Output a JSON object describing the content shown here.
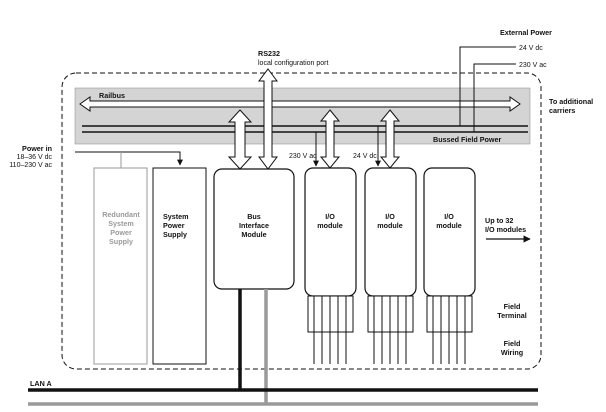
{
  "labels": {
    "external_power": "External Power",
    "v24dc": "24 V dc",
    "v230ac": "230 V ac",
    "rs232_line1": "RS232",
    "rs232_line2": "local configuration port",
    "railbus": "Railbus",
    "to_additional_1": "To additional",
    "to_additional_2": "carriers",
    "bussed_field_power": "Bussed Field Power",
    "power_in_1": "Power in",
    "power_in_2": "18–36 V dc",
    "power_in_3": "110–230 V ac",
    "redundant_1": "Redundant",
    "redundant_2": "System",
    "redundant_3": "Power",
    "redundant_4": "Supply",
    "system_1": "System",
    "system_2": "Power",
    "system_3": "Supply",
    "bim_1": "Bus",
    "bim_2": "Interface",
    "bim_3": "Module",
    "io1_1": "I/O",
    "io1_2": "module",
    "io2_1": "I/O",
    "io2_2": "module",
    "io3_1": "I/O",
    "io3_2": "module",
    "v230_small": "230 V ac",
    "v24_small": "24 V dc",
    "up_to_1": "Up to 32",
    "up_to_2": "I/O modules",
    "field_terminal_1": "Field",
    "field_terminal_2": "Terminal",
    "field_wiring_1": "Field",
    "field_wiring_2": "Wiring",
    "lan_a": "LAN A"
  },
  "colors": {
    "line": "#111111",
    "railbus_band": "#d4d4d4",
    "faded_box": "#9a9a9a",
    "lan_b_cable": "#9a9a9a"
  }
}
